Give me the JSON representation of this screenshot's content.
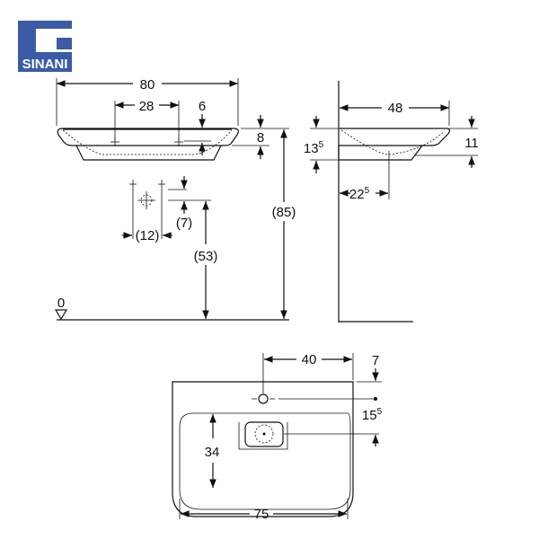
{
  "logo": {
    "text": "SINANI",
    "color": "#3b5ba6"
  },
  "front_view": {
    "width": "80",
    "tap_spacing": "28",
    "tap_offset": "6",
    "rim_height": "8",
    "hole_spacing": "(12)",
    "hole_offset": "(7)",
    "hole_height": "(53)",
    "total_height": "(85)",
    "floor_level": "0"
  },
  "side_view": {
    "depth": "48",
    "height_a": "13",
    "height_a_sup": "5",
    "height_b": "11",
    "drain_offset": "22",
    "drain_offset_sup": "5"
  },
  "top_view": {
    "tap_offset_x": "40",
    "tap_offset_y": "7",
    "drain_offset_y": "15",
    "drain_offset_y_sup": "5",
    "bowl_depth": "34",
    "bowl_width": "75"
  }
}
